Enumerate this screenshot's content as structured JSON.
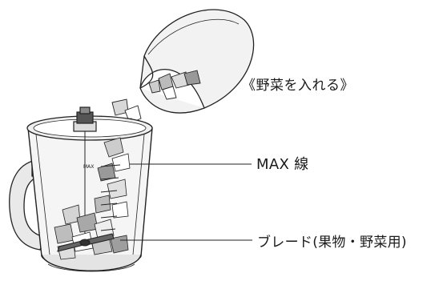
{
  "labels": {
    "add_vegetables": "《野菜を入れる》",
    "max_line": "MAX 線",
    "blade": "ブレード(果物・野菜用)"
  },
  "scale_markings": {
    "max_mark": "MAX"
  },
  "colors": {
    "line": "#222222",
    "gray_fill": "#e6e6e6",
    "dark_fill": "#555555"
  }
}
